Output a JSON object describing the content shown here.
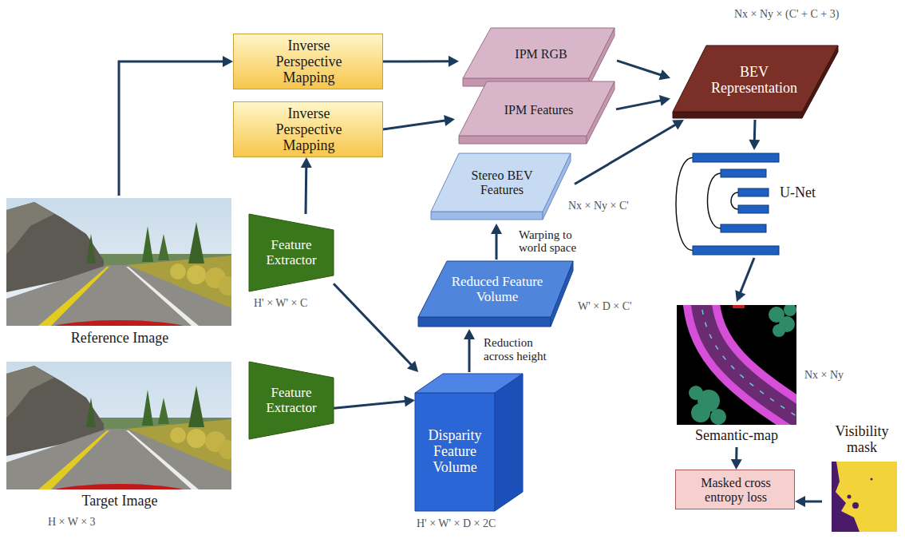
{
  "diagram": {
    "nodes": [
      {
        "text": [
          "Inverse Perspective Mapping"
        ]
      },
      {
        "text": [
          "IPM RGB"
        ]
      },
      {
        "text": [
          "BEV Representation"
        ]
      },
      {
        "text": [
          "Inverse Perspective Mapping"
        ]
      },
      {
        "text": [
          "IPM Features"
        ]
      },
      {
        "text": [
          "Stereo BEV Features"
        ]
      },
      {
        "text": [
          "U-Net"
        ]
      },
      {
        "text": [
          "Reference Image"
        ]
      },
      {
        "text": [
          "Feature Extractor"
        ]
      },
      {
        "text": [
          "Reduced Feature Volume"
        ]
      },
      {
        "text": [
          "Semantic-map"
        ]
      },
      {
        "text": [
          "Visibility mask"
        ]
      },
      {
        "text": [
          "Target Image"
        ]
      },
      {
        "text": [
          "Feature Extractor"
        ]
      },
      {
        "text": [
          "Disparity Feature Volume"
        ]
      },
      {
        "text": [
          "Masked cross entropy loss"
        ]
      }
    ],
    "edges": [
      {
        "from": 7,
        "to": 0,
        "arrow": "to"
      },
      {
        "from": 0,
        "to": 1,
        "arrow": "to"
      },
      {
        "from": 1,
        "to": 2,
        "arrow": "to"
      },
      {
        "from": 3,
        "to": 4,
        "arrow": "to"
      },
      {
        "from": 4,
        "to": 2,
        "arrow": "to"
      },
      {
        "from": 8,
        "to": 3,
        "arrow": "to"
      },
      {
        "from": 5,
        "to": 2,
        "arrow": "to"
      },
      {
        "from": 9,
        "to": 5,
        "label": "Warping to world space",
        "arrow": "to"
      },
      {
        "from": 14,
        "to": 9,
        "label": "Reduction across height",
        "arrow": "to"
      },
      {
        "from": 8,
        "to": 14,
        "arrow": "to"
      },
      {
        "from": 13,
        "to": 14,
        "arrow": "to"
      },
      {
        "from": 2,
        "to": 6,
        "arrow": "to"
      },
      {
        "from": 6,
        "to": 10,
        "arrow": "to"
      },
      {
        "from": 10,
        "to": 15,
        "arrow": "to"
      },
      {
        "from": 11,
        "to": 15,
        "arrow": "to"
      }
    ],
    "labels": [
      "Nx × Ny × (C' + C + 3)",
      "Nx × Ny × C'",
      "H' × W' × C",
      "W' × D × C'",
      "H' × W' × D × 2C",
      "H × W × 3",
      "Nx × Ny"
    ]
  }
}
